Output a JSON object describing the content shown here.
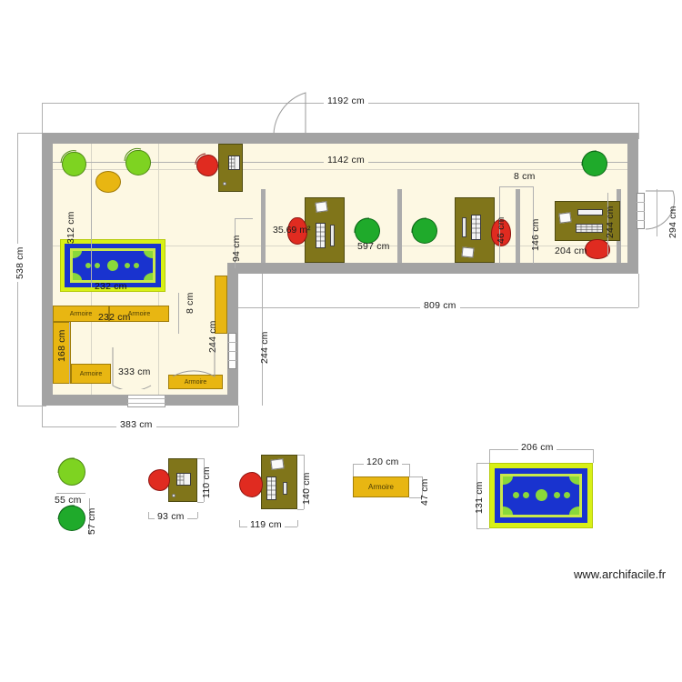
{
  "meta": {
    "watermark": "www.archifacile.fr",
    "area_label": "35.69 m²"
  },
  "dimensions": {
    "top_outer": "1192 cm",
    "top_inner": "1142 cm",
    "left_outer": "538 cm",
    "left_inner": "312 cm",
    "rug_width": "232 cm",
    "armoire_run": "232 cm",
    "left_cab_height": "168 cm",
    "bottom_room_width": "333 cm",
    "bottom_outer": "383 cm",
    "gap_8": "8 cm",
    "gap_8b": "8 cm",
    "corridor_94": "94 cm",
    "lower_right_244": "244 cm",
    "lower_left_244": "244 cm",
    "span_809": "809 cm",
    "desk_597": "597 cm",
    "chair_46": "46 cm",
    "bay_146": "146 cm",
    "desk_204": "204 cm",
    "desk_244": "244 cm",
    "door_294": "294 cm"
  },
  "legend": {
    "chair_light_width": "55 cm",
    "chair_dark_height": "57 cm",
    "desk_small_width": "93 cm",
    "desk_small_height": "110 cm",
    "desk_large_width": "119 cm",
    "desk_large_height": "140 cm",
    "armoire_width": "120 cm",
    "armoire_height": "47 cm",
    "armoire_label": "Armoire",
    "rug_width": "206 cm",
    "rug_height": "131 cm"
  },
  "armoires": [
    {
      "label": "Armoire"
    },
    {
      "label": "Armoire"
    },
    {
      "label": "Armoire"
    },
    {
      "label": "Armoire"
    },
    {
      "label": "Armoire"
    }
  ],
  "colors": {
    "wall": "#a3a3a3",
    "floor": "#fdf8e3",
    "desk": "#80751a",
    "chair_red": "#e02b20",
    "chair_green": "#1faa2b",
    "chair_light_green": "#7ed321",
    "armoire": "#e8b612",
    "rug_outer": "#d8f016",
    "rug_blue": "#1933cf",
    "dim_text": "#1a1a1a"
  }
}
